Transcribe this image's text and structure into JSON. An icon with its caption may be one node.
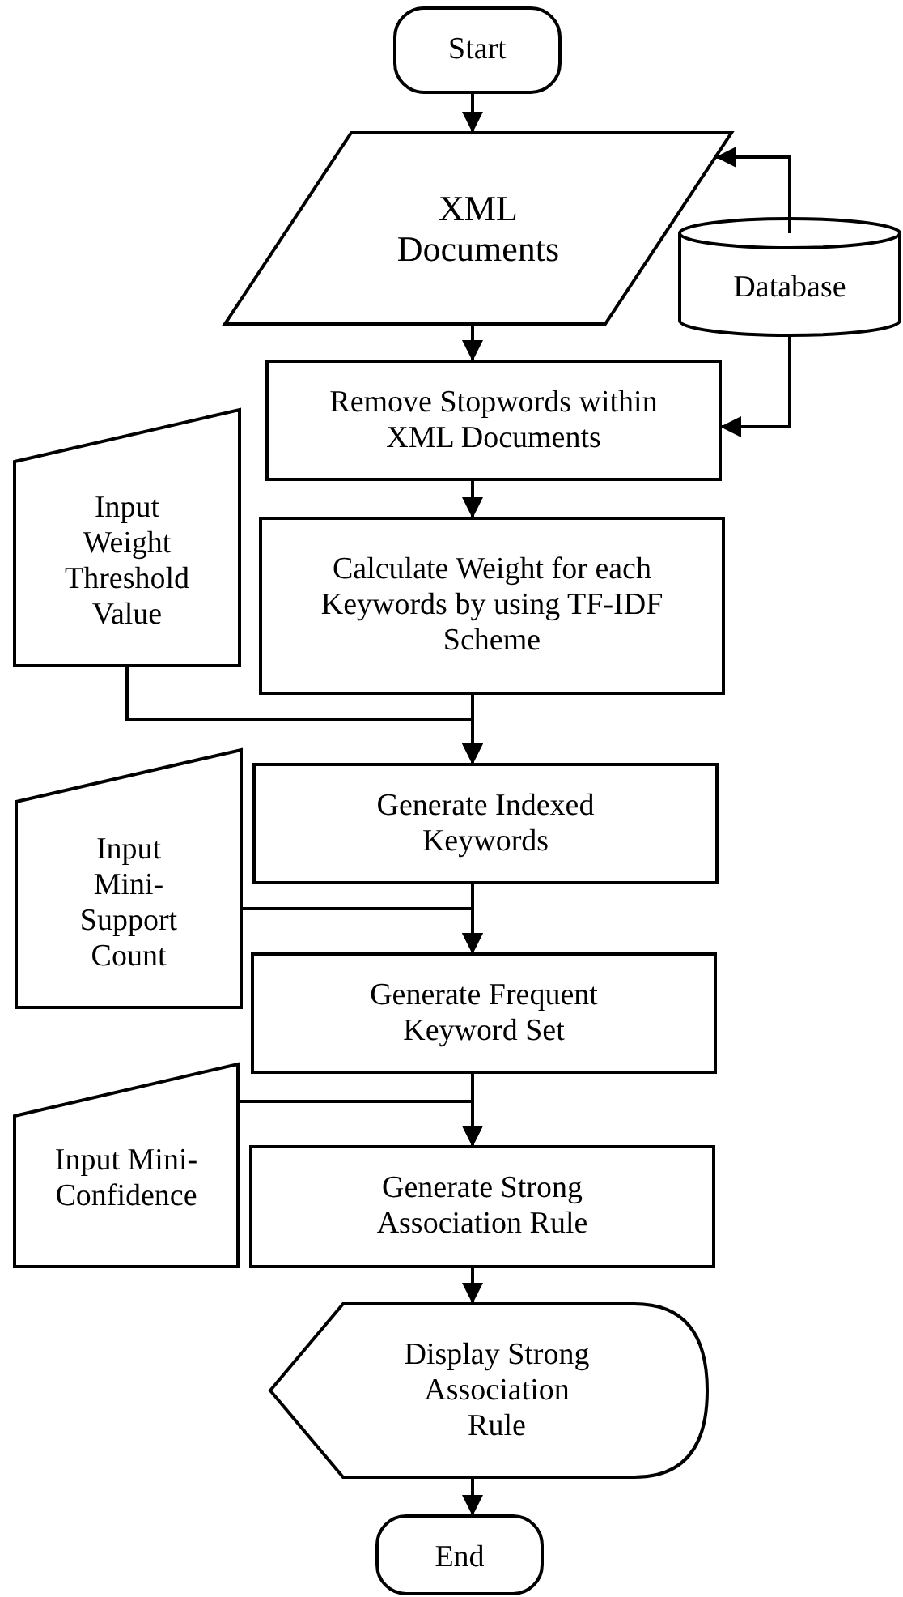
{
  "diagram": {
    "nodes": [
      {
        "text": [
          "Start"
        ]
      },
      {
        "text": [
          "XML Documents"
        ]
      },
      {
        "text": [
          "Database"
        ]
      },
      {
        "text": [
          "Remove Stopwords within XML Documents"
        ]
      },
      {
        "text": [
          "Input Weight Threshold Value"
        ]
      },
      {
        "text": [
          "Calculate Weight for each Keywords by using TF-IDF Scheme"
        ]
      },
      {
        "text": [
          "Generate Indexed Keywords"
        ]
      },
      {
        "text": [
          "Input Mini-Support Count"
        ]
      },
      {
        "text": [
          "Generate Frequent Keyword Set"
        ]
      },
      {
        "text": [
          "Input Mini-Confidence"
        ]
      },
      {
        "text": [
          "Generate Strong Association Rule"
        ]
      },
      {
        "text": [
          "Display Strong Association Rule"
        ]
      },
      {
        "text": [
          "End"
        ]
      }
    ],
    "edges": [
      {
        "from": 0,
        "to": 1,
        "arrow": "to"
      },
      {
        "from": 2,
        "to": 1,
        "arrow": "to"
      },
      {
        "from": 1,
        "to": 3,
        "arrow": "to"
      },
      {
        "from": 2,
        "to": 3,
        "arrow": "to"
      },
      {
        "from": 3,
        "to": 5,
        "arrow": "to"
      },
      {
        "from": 5,
        "to": 6,
        "arrow": "to"
      },
      {
        "from": 4,
        "to": 6,
        "arrow": "to"
      },
      {
        "from": 6,
        "to": 8,
        "arrow": "to"
      },
      {
        "from": 7,
        "to": 8,
        "arrow": "to"
      },
      {
        "from": 8,
        "to": 10,
        "arrow": "to"
      },
      {
        "from": 9,
        "to": 10,
        "arrow": "to"
      },
      {
        "from": 10,
        "to": 11,
        "arrow": "to"
      },
      {
        "from": 11,
        "to": 12,
        "arrow": "to"
      }
    ]
  }
}
